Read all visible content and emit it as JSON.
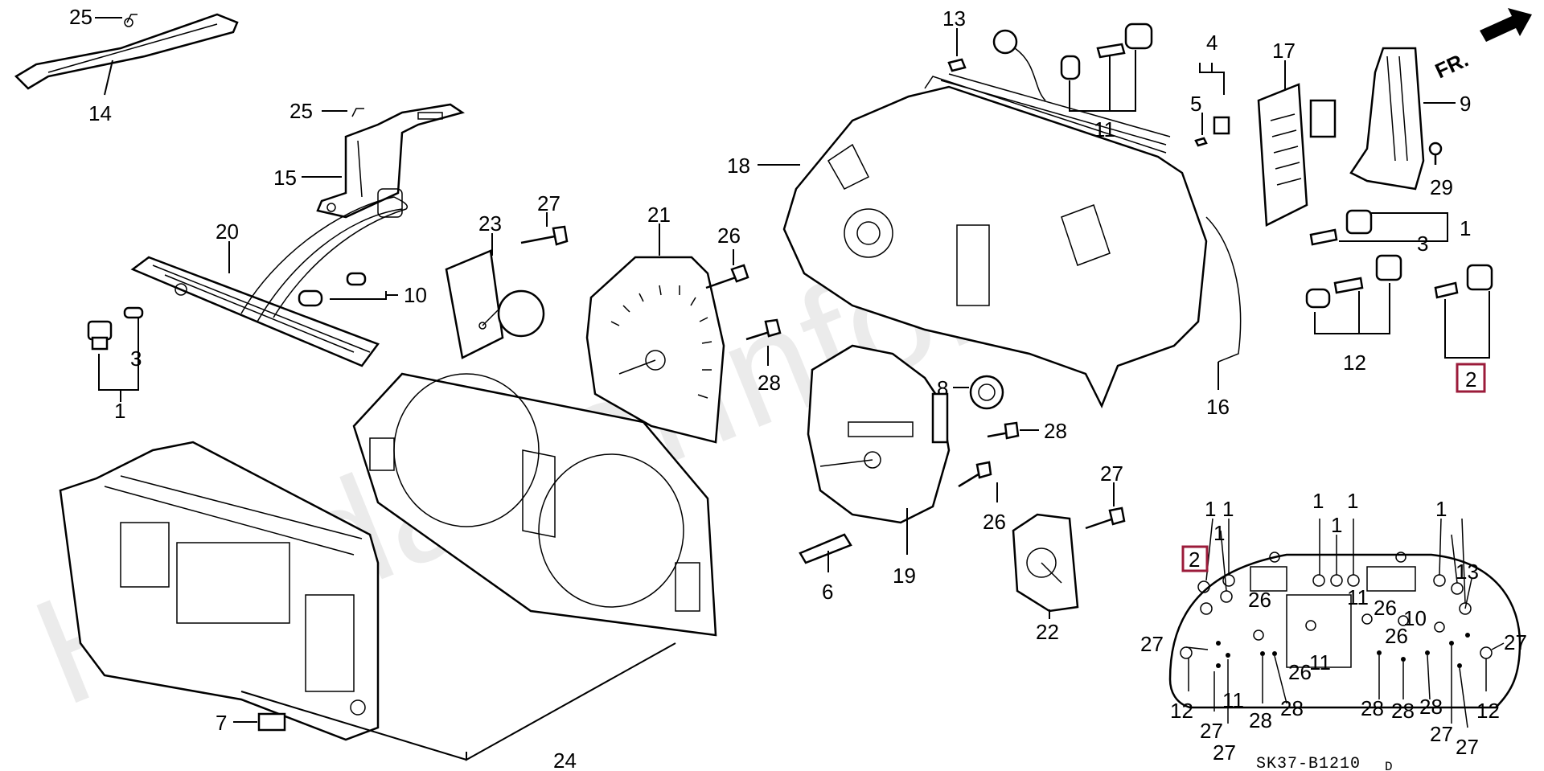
{
  "diagram": {
    "watermark": "HondaCarInfo.ru",
    "direction_label": "FR.",
    "diagram_code": "SK37-B1210",
    "diagram_code_suffix": "D",
    "highlight_color": "#9b1b3a",
    "callouts": {
      "c25a": "25",
      "c14": "14",
      "c25b": "25",
      "c15": "15",
      "c20": "20",
      "c10": "10",
      "c3a": "3",
      "c1a": "1",
      "c23": "23",
      "c27a": "27",
      "c21": "21",
      "c26a": "26",
      "c28a": "28",
      "c13": "13",
      "c11": "11",
      "c4": "4",
      "c5": "5",
      "c17": "17",
      "c9": "9",
      "c29": "29",
      "c18": "18",
      "c1b": "1",
      "c3b": "3",
      "c12": "12",
      "c2": "2",
      "c8": "8",
      "c28b": "28",
      "c27b": "27",
      "c26b": "26",
      "c16": "16",
      "c19": "19",
      "c6": "6",
      "c22": "22",
      "c7": "7",
      "c24": "24"
    },
    "inset_labels": {
      "i2": "2",
      "i1a": "1",
      "i1b": "1",
      "i1c": "1",
      "i1d": "1",
      "i1e": "1",
      "i1f": "1",
      "i1g": "1",
      "i13": "13",
      "i11a": "11",
      "i26a": "26",
      "i26b": "26",
      "i10": "10",
      "i26c": "26",
      "i27a": "27",
      "i27b": "27",
      "i26d": "26",
      "i11b": "11",
      "i12a": "12",
      "i11c": "11",
      "i28a": "28",
      "i28b": "28",
      "i28c": "28",
      "i28d": "28",
      "i28e": "28",
      "i12b": "12",
      "i27c": "27",
      "i27d": "27",
      "i27e": "27",
      "i27f": "27"
    }
  }
}
